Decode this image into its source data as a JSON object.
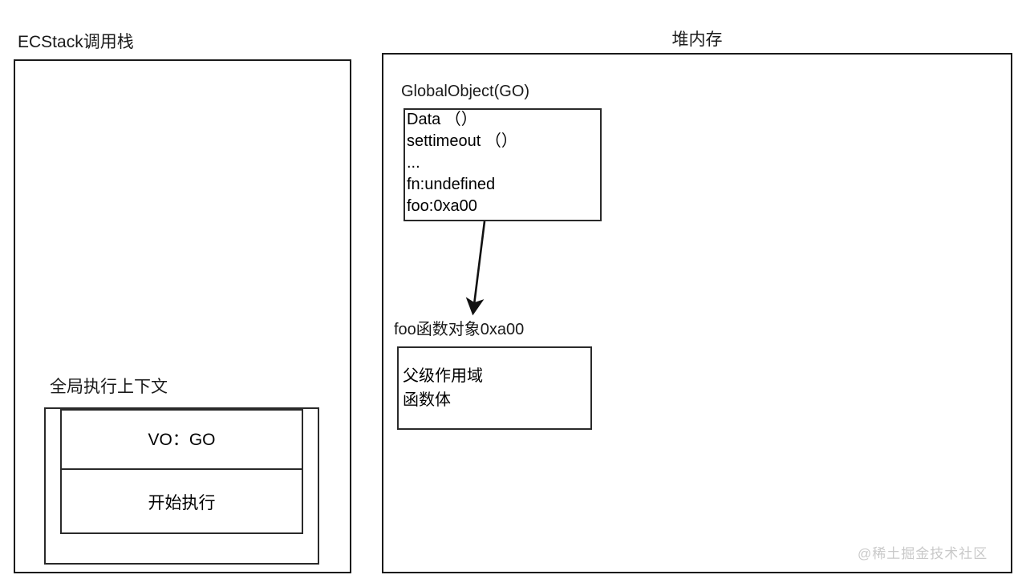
{
  "diagram": {
    "title_stack": "ECStack调用栈",
    "title_heap": "堆内存",
    "watermark": "@稀土掘金技术社区",
    "colors": {
      "stroke": "#1a1a1a",
      "background": "#ffffff",
      "watermark": "#c9c9c9"
    }
  },
  "stack": {
    "panel_name": "ECStack调用栈",
    "context": {
      "label": "全局执行上下文",
      "rows": [
        {
          "text": "VO：GO"
        },
        {
          "text": "开始执行"
        }
      ]
    }
  },
  "heap": {
    "panel_name": "堆内存",
    "global_object": {
      "label": "GlobalObject(GO)",
      "entries": [
        "Data （）",
        "settimeout （）",
        "...",
        "fn:undefined",
        "foo:0xa00"
      ]
    },
    "function_object": {
      "label": "foo函数对象0xa00",
      "entries": [
        "父级作用域",
        "函数体"
      ]
    },
    "arrow": {
      "name": "foo-pointer-arrow",
      "from": "foo:0xa00",
      "to": "foo函数对象0xa00"
    }
  }
}
